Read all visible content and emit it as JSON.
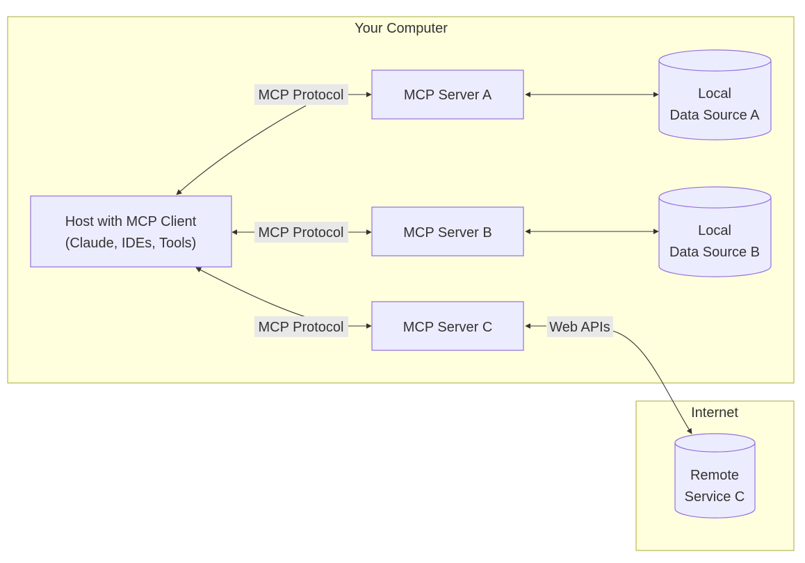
{
  "clusters": {
    "your_computer": "Your Computer",
    "internet": "Internet"
  },
  "nodes": {
    "host": {
      "line1": "Host with MCP Client",
      "line2": "(Claude, IDEs, Tools)"
    },
    "server_a": "MCP Server A",
    "server_b": "MCP Server B",
    "server_c": "MCP Server C",
    "data_a": {
      "line1": "Local",
      "line2": "Data Source A"
    },
    "data_b": {
      "line1": "Local",
      "line2": "Data Source B"
    },
    "remote_c": {
      "line1": "Remote",
      "line2": "Service C"
    }
  },
  "edges": {
    "host_a": "MCP Protocol",
    "host_b": "MCP Protocol",
    "host_c": "MCP Protocol",
    "c_remote": "Web APIs"
  },
  "colors": {
    "cluster_fill": "#ffffde",
    "cluster_stroke": "#aaaa33",
    "node_fill": "#ececff",
    "node_stroke": "#9370db",
    "edge_label_bg": "#e8e8e8",
    "text": "#333333"
  }
}
